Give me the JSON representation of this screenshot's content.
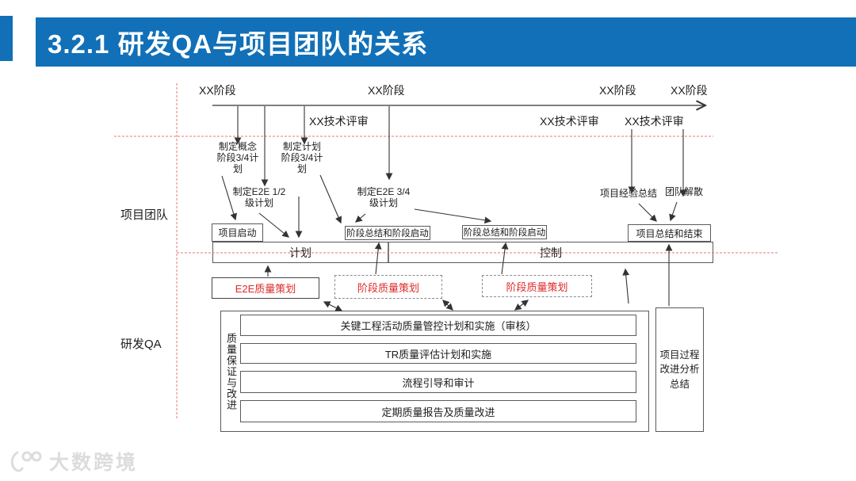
{
  "header": {
    "title": "3.2.1 研发QA与项目团队的关系"
  },
  "colors": {
    "banner_blue": "#1170B8",
    "red_text": "#E02A2A",
    "red_dashed_line": "#E57A7A",
    "diagram_line": "#3a3a3a"
  },
  "timeline": {
    "phase_labels": [
      "XX阶段",
      "XX阶段",
      "XX阶段",
      "XX阶段"
    ],
    "review_labels": [
      "XX技术评审",
      "XX技术评审",
      "XX技术评审"
    ]
  },
  "lanes": {
    "project_team": "项目团队",
    "rd_qa": "研发QA"
  },
  "annotations": {
    "concept_plan": "制定概念\n阶段3/4计\n划",
    "plan_phase_plan": "制定计划\n阶段3/4计\n划",
    "e2e_12_plan": "制定E2E 1/2\n级计划",
    "e2e_34_plan": "制定E2E 3/4\n级计划",
    "experience_summary": "项目经验总结",
    "team_disband": "团队解散"
  },
  "team_row": {
    "project_start": "项目启动",
    "stage_summary_1": "阶段总结和阶段启动",
    "stage_summary_2": "阶段总结和阶段启动",
    "project_end": "项目总结和结束",
    "bar_plan": "计划",
    "bar_control": "控制"
  },
  "qa_row": {
    "e2e_quality_plan": "E2E质量策划",
    "stage_quality_plan_1": "阶段质量策划",
    "stage_quality_plan_2": "阶段质量策划",
    "qa_group_label": "质量保证与改进",
    "activities": [
      "关键工程活动质量管控计划和实施（审核）",
      "TR质量评估计划和实施",
      "流程引导和审计",
      "定期质量报告及质量改进"
    ],
    "process_improvement": "项目过程改进分析总结"
  },
  "footer": {
    "logo_text": "大数跨境"
  }
}
